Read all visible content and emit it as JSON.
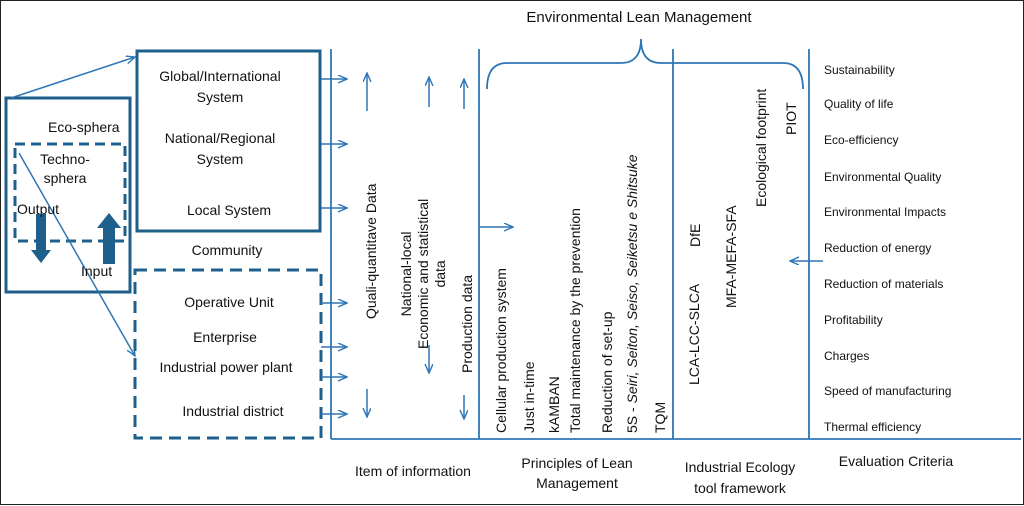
{
  "title": "Environmental Lean Management",
  "eco_sphera": "Eco-sphera",
  "techno_sphera": [
    "Techno-",
    "sphera"
  ],
  "output": "Output",
  "input": "Input",
  "systems": {
    "global": [
      "Global/International",
      "System"
    ],
    "national": [
      "National/Regional",
      "System"
    ],
    "local": "Local System"
  },
  "community": "Community",
  "units": [
    "Operative Unit",
    "Enterprise",
    "Industrial power plant",
    "Industrial district"
  ],
  "info_items": {
    "quali": "Quali-quantitave Data",
    "national": [
      "National-local",
      "Economic and statistical",
      "data"
    ],
    "production": "Production data"
  },
  "lean_principles": [
    "Cellular production system",
    "Just in-time",
    "kAMBAN",
    "Total maintenance by the prevention",
    "Reduction of set-up",
    "5S - Seiri, Seiton, Seiso, Seiketsu e Shitsuke",
    "TQM"
  ],
  "five_s": {
    "prefix": "5S - ",
    "terms": "Seiri, Seiton, Seiso, Seiketsu e Shitsuke"
  },
  "ecology_tools": [
    "LCA-LCC-SLCA",
    "DfE",
    "MFA-MEFA-SFA",
    "Ecological footprint",
    "PIOT"
  ],
  "criteria": [
    "Sustainability",
    "Quality of life",
    "Eco-efficiency",
    "Environmental Quality",
    "Environmental Impacts",
    "Reduction of energy",
    "Reduction of materials",
    "Profitability",
    "Charges",
    "Speed of manufacturing",
    "Thermal efficiency"
  ],
  "columns": {
    "information": "Item of information",
    "lean": [
      "Principles of Lean",
      "Management"
    ],
    "ecology": [
      "Industrial Ecology",
      "tool framework"
    ],
    "criteria": "Evaluation Criteria"
  }
}
